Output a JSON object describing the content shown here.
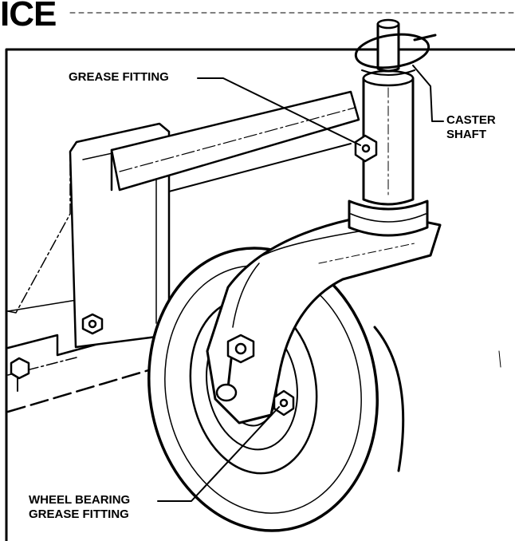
{
  "heading": "ICE",
  "callouts": {
    "grease_fitting": "GREASE FITTING",
    "caster_shaft_line1": "CASTER",
    "caster_shaft_line2": "SHAFT",
    "wheel_bearing_line1": "WHEEL BEARING",
    "wheel_bearing_line2": "GREASE FITTING"
  },
  "colors": {
    "ink": "#000000",
    "paper": "#ffffff"
  }
}
